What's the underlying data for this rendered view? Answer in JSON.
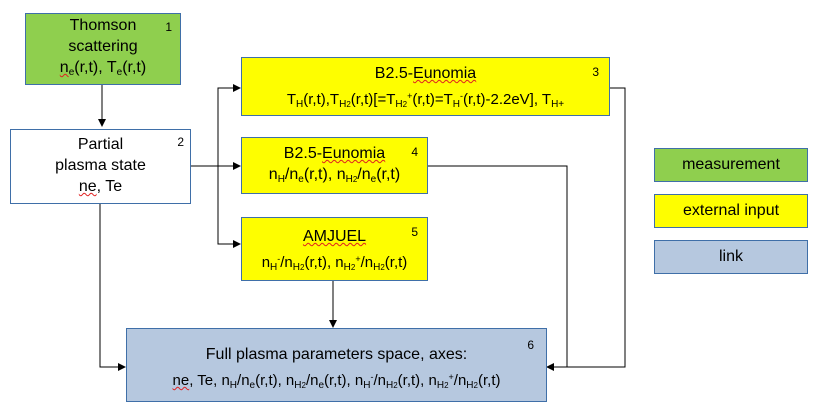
{
  "nodes": {
    "thomson": {
      "number": "1",
      "line1": "Thomson",
      "line2": "scattering",
      "ne_n": "n",
      "ne_sub": "e",
      "ne_args": "(r,t), ",
      "te_t": "T",
      "te_sub": "e",
      "te_args": "(r,t)"
    },
    "partial": {
      "number": "2",
      "line1": "Partial",
      "line2": "plasma state",
      "ne": "ne",
      "line3_rest": ", Te"
    },
    "b25_temps": {
      "number": "3",
      "title_a": "B2.5-",
      "title_b": "Eunomia",
      "t1": "T",
      "t1_sub": "H",
      "t1_args": "(r,t),",
      "t2": "T",
      "t2_sub": "H",
      "t2_subsub": "2",
      "t2_args": "(r,t)[=T",
      "t3_sub": "H",
      "t3_subsub": "2",
      "t3_sup": "+",
      "t3_args": "(r,t)=T",
      "t4_sub": "H",
      "t4_sup": "-",
      "t4_args": "(r,t)-2.2eV], T",
      "t5_sub": "H+"
    },
    "b25_dens": {
      "number": "4",
      "title_a": "B2.5-",
      "title_b": "Eunomia",
      "d1": "n",
      "d1_sub": "H",
      "d1_mid": "/n",
      "d1_sub2": "e",
      "d1_args": "(r,t), n",
      "d2_sub": "H",
      "d2_subsub": "2",
      "d2_mid": "/n",
      "d2_sub2": "e",
      "d2_args": "(r,t)"
    },
    "amjuel": {
      "number": "5",
      "title": "AMJUEL",
      "a1": "n",
      "a1_sub": "H",
      "a1_sup": "-",
      "a1_mid": "/n",
      "a1_sub2": "H",
      "a1_subsub2": "2",
      "a1_args": "(r,t), n",
      "a2_sub": "H",
      "a2_subsub": "2",
      "a2_sup": "+",
      "a2_mid": "/n",
      "a2_sub2": "H",
      "a2_subsub2": "2",
      "a2_args": "(r,t)"
    },
    "full": {
      "number": "6",
      "line1": "Full plasma parameters space, axes:",
      "ne": "ne",
      "seg1": ", Te, n",
      "s1_sub": "H",
      "s1_mid": "/n",
      "s1_sub2": "e",
      "s1_args": "(r,t), n",
      "s2_sub": "H",
      "s2_subsub": "2",
      "s2_mid": "/n",
      "s2_sub2": "e",
      "s2_args": "(r,t), n",
      "s3_sub": "H",
      "s3_sup": "-",
      "s3_mid": "/n",
      "s3_sub2": "H",
      "s3_subsub2": "2",
      "s3_args": "(r,t), n",
      "s4_sub": "H",
      "s4_subsub": "2",
      "s4_sup": "+",
      "s4_mid": "/n",
      "s4_sub2": "H",
      "s4_subsub2": "2",
      "s4_args": "(r,t)"
    }
  },
  "legend": {
    "measurement": "measurement",
    "external_input": "external input",
    "link": "link"
  },
  "colors": {
    "measurement": "#8fcf4e",
    "external_input": "#fefe00",
    "link": "#b6c8df",
    "border": "#3f6fa8"
  }
}
